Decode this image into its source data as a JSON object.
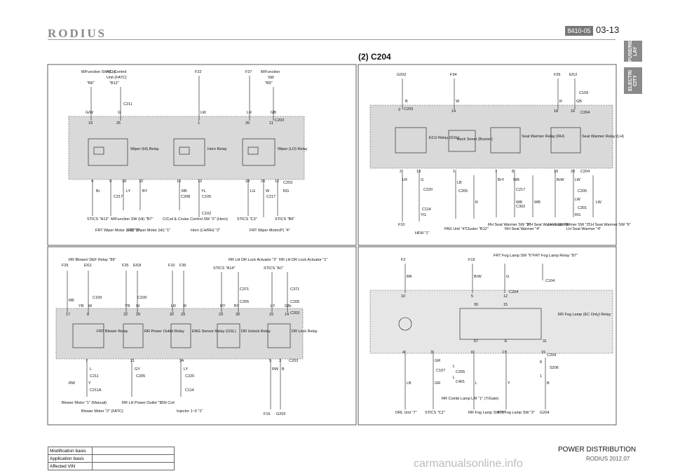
{
  "header": {
    "logo": "RODIUS",
    "section_code": "8410-05",
    "page_number": "03-13"
  },
  "side_tabs": [
    {
      "label": "FUSE/RE LAY"
    },
    {
      "label": "ELECTRI CITY"
    }
  ],
  "section_title": "(2) C204",
  "footer": {
    "title": "POWER DISTRIBUTION",
    "subtitle": "RODIUS 2012.07",
    "watermark": "carmanualsonline.info"
  },
  "info_table": [
    {
      "label": "Modification basis",
      "value": ""
    },
    {
      "label": "Application basis",
      "value": ""
    },
    {
      "label": "Affected VIN",
      "value": ""
    }
  ],
  "panel_tl": {
    "top_labels": [
      "M/Function SW (Lo)",
      "\"B6\"",
      "A/C Control",
      "Unit (FATC)",
      "\"B12\"",
      "F22",
      "F27",
      "M/Function",
      "SW",
      "\"B5\""
    ],
    "connectors": [
      "C211",
      "C203",
      "C217",
      "C208",
      "C105",
      "C102",
      "C217",
      "C203"
    ],
    "relays": [
      "Wiper (HI) Relay",
      "Horn Relay",
      "Wiper (LO) Relay"
    ],
    "wires": [
      "G/W",
      "G",
      "LW",
      "LR",
      "GB",
      "Br",
      "LY",
      "BY",
      "RB",
      "YL",
      "LG",
      "W",
      "RG"
    ],
    "pins_top": [
      "19",
      "25",
      "1",
      "26",
      "11"
    ],
    "pins_bottom": [
      "4",
      "9",
      "18",
      "10",
      "16",
      "13",
      "28",
      "20",
      "12"
    ],
    "bottom_labels": [
      "STICS \"A13\"",
      "FRT Wiper Motor (LO) \"2\"",
      "M/Function SW (HI) \"B7\"",
      "FRT Wiper Motor (HI) \"1\"",
      "C/Coil & Cruise Control SW \"2\" (Horn)",
      "Horn (LH/RH) \"2\"",
      "STICS \"C3\"",
      "FRT Wiper Motor(P) \"4\"",
      "STICS \"B6\""
    ]
  },
  "panel_bl": {
    "top_labels": [
      "F29",
      "RR Blower/ DEF Relay \"86\"",
      "Ef11",
      "F25",
      "Ef18",
      "F10",
      "F35",
      "STICS \"A14\"",
      "RR LH DR Lock Actuator \"2\"",
      "STICS \"A1\"",
      "RR LH DR Lock Actuator \"1\""
    ],
    "connectors": [
      "C109",
      "C109",
      "C371",
      "C205",
      "C371",
      "C205",
      "C203",
      "C211",
      "C211A",
      "C205",
      "C220",
      "C114",
      "C203"
    ],
    "relays": [
      "FRT Blower Relay",
      "RR Power Outlet Relay",
      "ENG Sensor Relay (GSL)",
      "DR Unlock Relay",
      "DR Lock Relay"
    ],
    "wires": [
      "RB",
      "YR",
      "W",
      "YR",
      "W",
      "LR",
      "R",
      "RY",
      "BY",
      "LY",
      "GBr",
      "L",
      "RW",
      "Y",
      "GY",
      "LY",
      "RW",
      "B"
    ],
    "pins_top": [
      "17",
      "8",
      "22",
      "29",
      "32",
      "33",
      "23",
      "30",
      "15",
      "14"
    ],
    "pins_bottom": [
      "7",
      "21",
      "34",
      "5",
      "3"
    ],
    "bottom_labels": [
      "Blower Motor \"1\" (Manual)",
      "Blower Motor \"2\" (FATC)",
      "RR LH Power Outlet \"1\"",
      "IGN Coil",
      "Injector 1~6 \"1\"",
      "F16",
      "G202"
    ]
  },
  "panel_tr": {
    "top_labels": [
      "G202",
      "F34",
      "F26",
      "Ef12"
    ],
    "connectors": [
      "C203",
      "C109",
      "C204",
      "C220",
      "C114",
      "C205",
      "C217",
      "C302",
      "C205",
      "C301",
      "C204"
    ],
    "relays": [
      "ECU Relay (GSL)",
      "Back Sonar (Buzzer)",
      "Seat Warmer Relay (RH)",
      "Seat Warmer Relay (LH)"
    ],
    "wires": [
      "B",
      "W",
      "R",
      "GB",
      "LR",
      "G",
      "YG",
      "LB",
      "R",
      "BrY",
      "WB",
      "WB",
      "WB",
      "BrW",
      "LW",
      "LW",
      "RG",
      "LW"
    ],
    "pins_top": [
      "3",
      "14",
      "18",
      "16"
    ],
    "pins_bottom": [
      "2",
      "13",
      "1",
      "7",
      "8",
      "19",
      "20"
    ],
    "bottom_labels": [
      "F10",
      "HFM \"1\"",
      "PAS Unit \"4\"",
      "Cluster \"B12\"",
      "RH Seat Warmer SW \"2\"",
      "RH Seat Warmer \"4\"",
      "RH Seat Warmer SW \"6\"",
      "LH Seat Warmer SW \"2\"",
      "LH Seat Warmer \"4\"",
      "LH Seat Warmer SW \"6\""
    ]
  },
  "panel_br": {
    "top_labels": [
      "F2",
      "F19",
      "FRT Fog Lamp SW \"6\"",
      "FRT Fog Lamp Relay \"87\""
    ],
    "connectors": [
      "C104",
      "C204",
      "C204",
      "C107",
      "C205",
      "C401",
      "S206"
    ],
    "relays": [
      "RR Fog Lamp (EC Only) Relay"
    ],
    "wires": [
      "BR",
      "BrW",
      "G",
      "GR",
      "GR",
      "L",
      "L",
      "L",
      "Y",
      "B",
      "LB"
    ],
    "pins_top": [
      "10",
      "5",
      "12",
      "30",
      "15"
    ],
    "pins_bottom": [
      "4",
      "3",
      "6",
      "17",
      "15",
      "31",
      "87",
      "E",
      "8",
      "1"
    ],
    "bottom_labels": [
      "DRL Unit \"7\"",
      "STICS \"C2\"",
      "RR Combi Lamp L/R \"1\" (T/Gate)",
      "RR Fog Lamp SW \"8\"",
      "RR Fog Lamp SW \"2\"",
      "G204"
    ]
  }
}
